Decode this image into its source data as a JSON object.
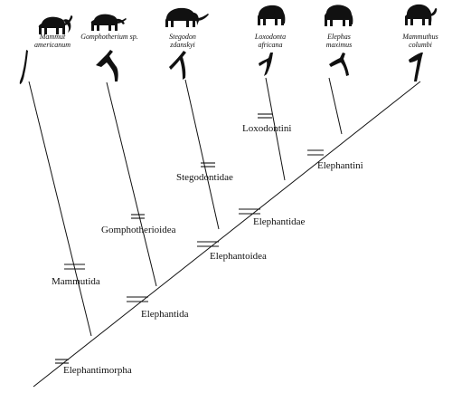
{
  "taxa": [
    {
      "line1": "Mammut",
      "line2": "americanum",
      "silhouette": "mastodon-icon",
      "tusk": "mastodon-tusk-icon"
    },
    {
      "line1": "Gomphotherium sp.",
      "line2": "",
      "silhouette": "gomphothere-icon",
      "tusk": "gomphothere-tusk-icon"
    },
    {
      "line1": "Stegodon",
      "line2": "zdanskyi",
      "silhouette": "stegodon-icon",
      "tusk": "stegodon-tusk-icon"
    },
    {
      "line1": "Loxodonta",
      "line2": "africana",
      "silhouette": "african-elephant-icon",
      "tusk": "african-elephant-tusk-icon"
    },
    {
      "line1": "Elephas",
      "line2": "maximus",
      "silhouette": "asian-elephant-icon",
      "tusk": "asian-elephant-tusk-icon"
    },
    {
      "line1": "Mammuthus",
      "line2": "columbi",
      "silhouette": "mammoth-icon",
      "tusk": "mammoth-tusk-icon"
    }
  ],
  "clades": [
    {
      "name": "Elephantimorpha"
    },
    {
      "name": "Mammutida"
    },
    {
      "name": "Elephantida"
    },
    {
      "name": "Gomphotherioidea"
    },
    {
      "name": "Elephantoidea"
    },
    {
      "name": "Stegodontidae"
    },
    {
      "name": "Elephantidae"
    },
    {
      "name": "Loxodontini"
    },
    {
      "name": "Elephantini"
    }
  ]
}
